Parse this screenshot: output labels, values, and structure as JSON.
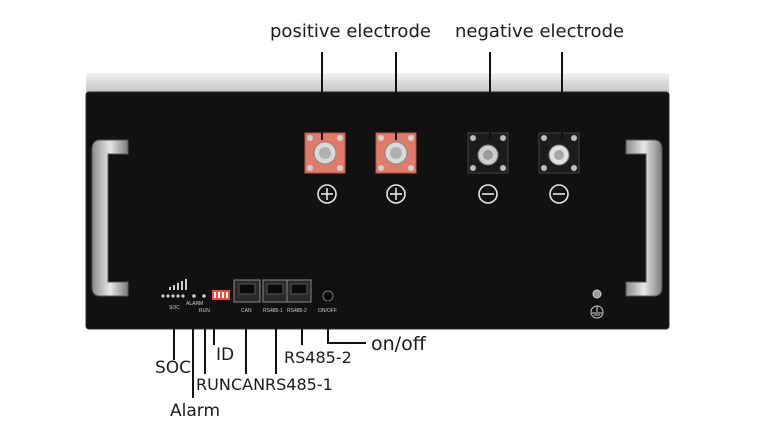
{
  "top_labels": {
    "positive": "positive electrode",
    "negative": "negative electrode"
  },
  "bottom_labels": {
    "soc": "SOC",
    "alarm": "Alarm",
    "run": "RUN",
    "id": "ID",
    "can": "CAN",
    "rs485_1": "RS485-1",
    "rs485_2": "RS485-2",
    "onoff": "on/off"
  },
  "panel_text": {
    "soc": "SOC",
    "alarm": "ALARM",
    "run": "RUN",
    "can": "CAN",
    "rs485_1": "RS485-1",
    "rs485_2": "RS485-2",
    "onoff": "ON/OFF"
  },
  "colors": {
    "panel": "#111111",
    "positive_terminal": "#e07a6a",
    "negative_terminal": "#1c1c1c",
    "dip_switch": "#e8503c"
  },
  "icons": [
    "plus-icon",
    "minus-icon",
    "ground-icon",
    "signal-bars-icon"
  ]
}
